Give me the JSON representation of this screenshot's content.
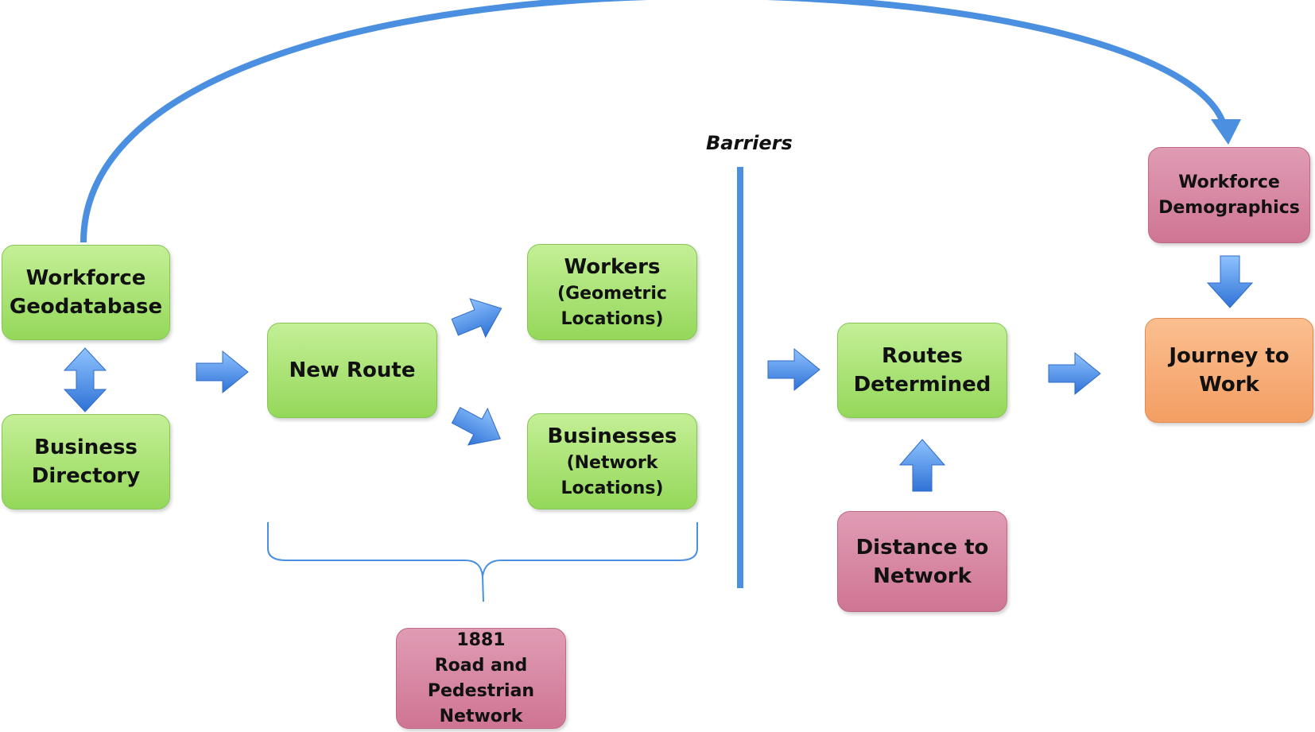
{
  "caption": {
    "barriers": "Barriers"
  },
  "boxes": {
    "workforce_geodatabase": [
      "Workforce",
      "Geodatabase"
    ],
    "business_directory": [
      "Business",
      "Directory"
    ],
    "new_route": [
      "New Route"
    ],
    "workers": [
      "Workers",
      "(Geometric",
      "Locations)"
    ],
    "businesses": [
      "Businesses",
      "(Network",
      "Locations)"
    ],
    "road_network": [
      "1881",
      "Road and",
      "Pedestrian",
      "Network"
    ],
    "routes_determined": [
      "Routes",
      "Determined"
    ],
    "distance_to_network": [
      "Distance to",
      "Network"
    ],
    "workforce_demographics": [
      "Workforce",
      "Demographics"
    ],
    "journey_to_work": [
      "Journey to",
      "Work"
    ]
  },
  "colors": {
    "process": "#a8e070",
    "input": "#d9879f",
    "output": "#f7ad78",
    "arrow": "#4a8fe0",
    "connector": "#4a8fe0"
  }
}
